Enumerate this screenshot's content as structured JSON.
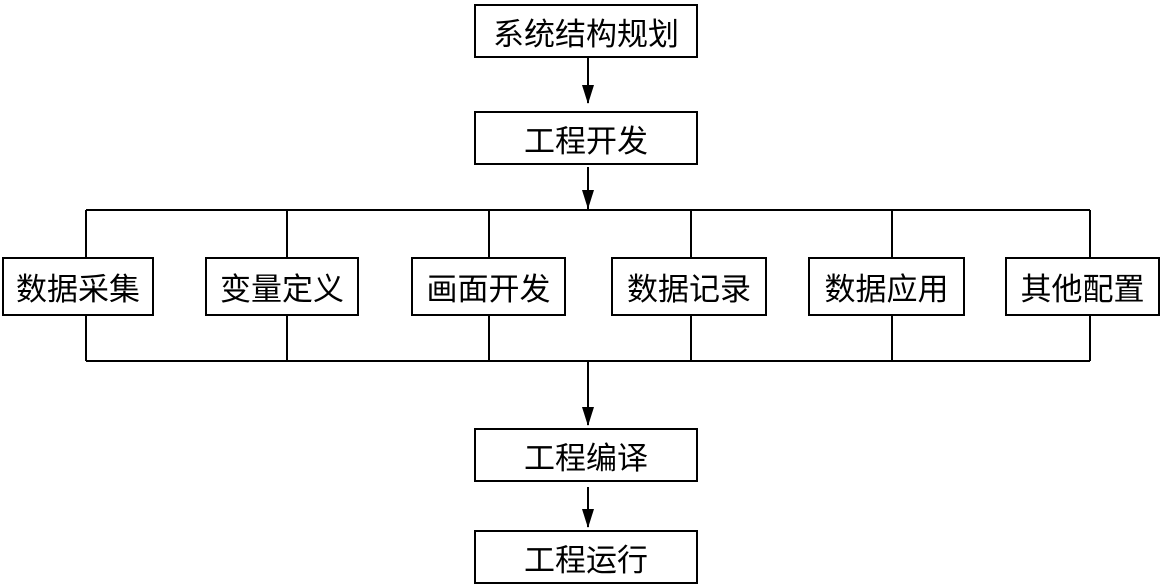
{
  "flow": {
    "steps": [
      "系统结构规划",
      "工程开发",
      "工程编译",
      "工程运行"
    ],
    "sub_tasks": [
      "数据采集",
      "变量定义",
      "画面开发",
      "数据记录",
      "数据应用",
      "其他配置"
    ]
  },
  "colors": {
    "line": "#000000",
    "box_border": "#000000",
    "box_fill": "#ffffff",
    "text": "#000000"
  }
}
